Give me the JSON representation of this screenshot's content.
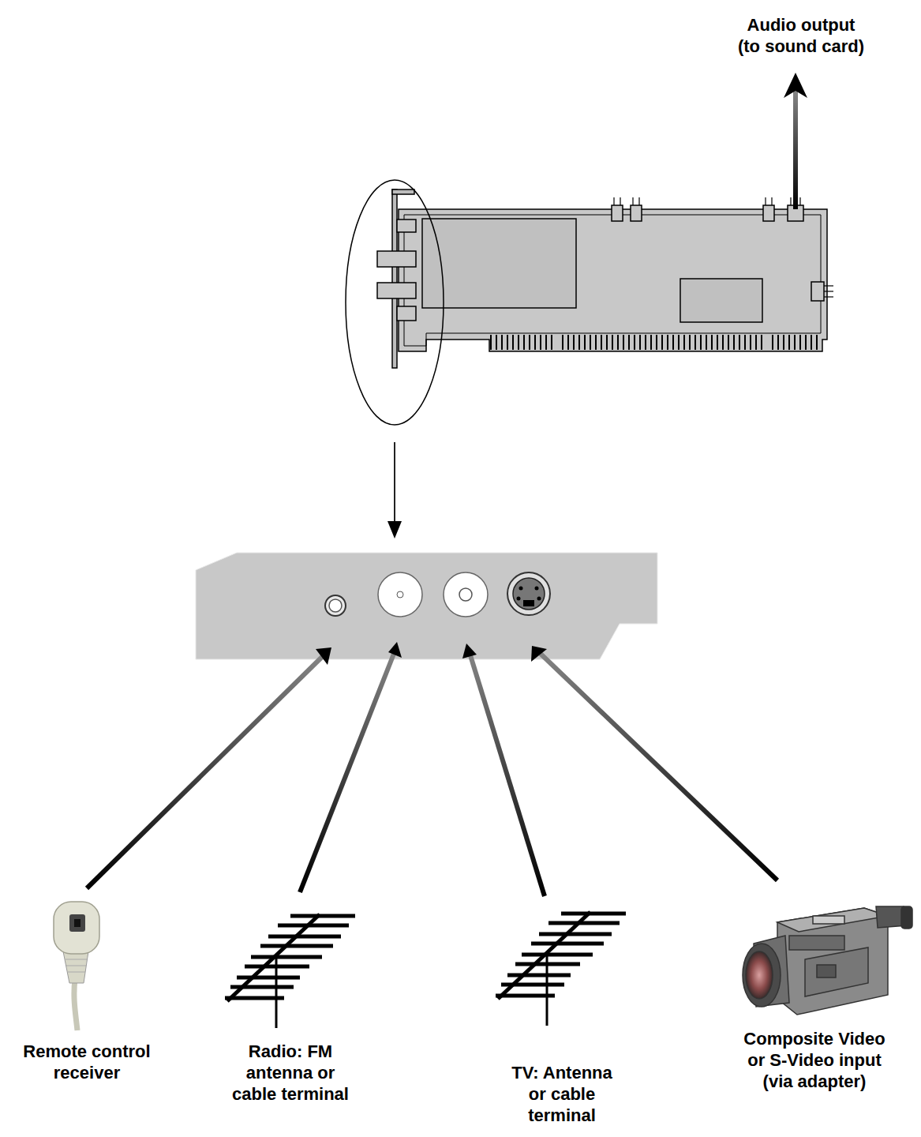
{
  "diagram": {
    "labels": [
      "Audio output (to sound card)",
      "Remote control receiver",
      "Radio: FM antenna or cable terminal",
      "TV: Antenna or cable terminal",
      "Composite Video or S-Video input (via adapter)"
    ]
  }
}
